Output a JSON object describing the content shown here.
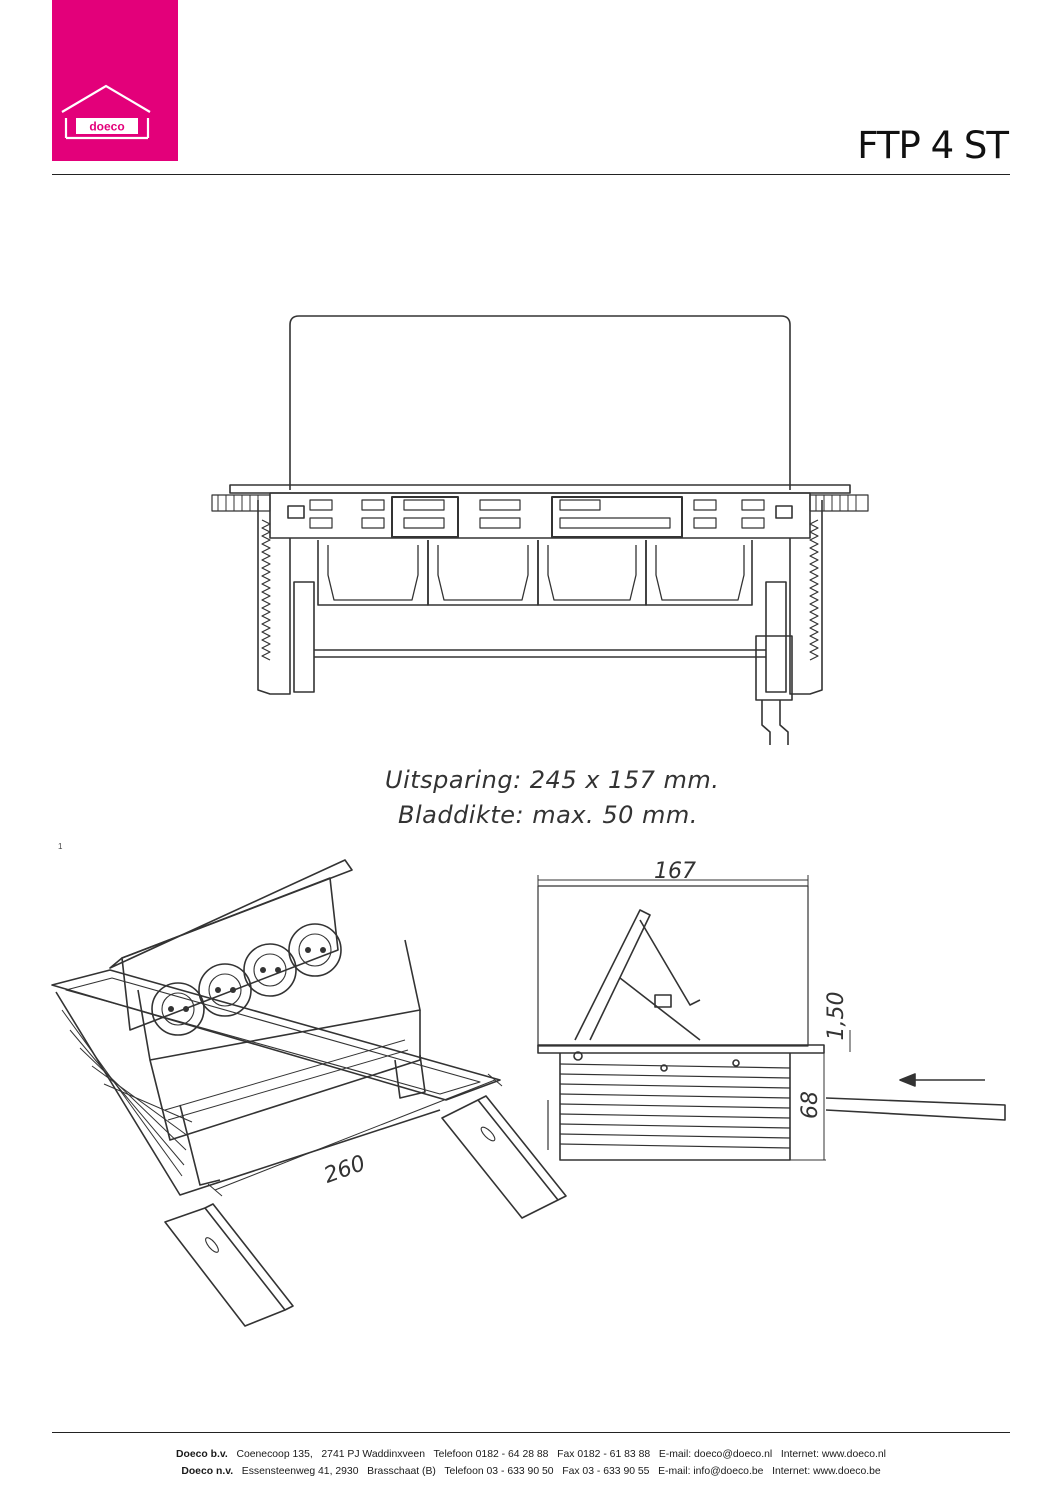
{
  "brand": {
    "logo_text": "doeco",
    "color": "#e3007a"
  },
  "product": {
    "code": "FTP 4 ST"
  },
  "specs": {
    "cutout": "Uitsparing: 245 x 157 mm.",
    "thickness": "Bladdikte: max. 50 mm."
  },
  "page_mark": "1",
  "dimensions": {
    "length": "260",
    "width": "167",
    "lid": "1,50",
    "height": "68"
  },
  "footer": {
    "nl": {
      "company": "Doeco b.v.",
      "address": "Coenecoop 135,",
      "city": "2741 PJ  Waddinxveen",
      "phone": "Telefoon 0182 - 64 28 88",
      "fax": "Fax 0182 - 61 83 88",
      "email": "E-mail: doeco@doeco.nl",
      "web": "Internet: www.doeco.nl"
    },
    "be": {
      "company": "Doeco n.v.",
      "address": "Essensteenweg 41, 2930",
      "city": "Brasschaat (B)",
      "phone": "Telefoon 03 - 633 90 50",
      "fax": "Fax 03 - 633 90 55",
      "email": "E-mail: info@doeco.be",
      "web": "Internet: www.doeco.be"
    }
  }
}
